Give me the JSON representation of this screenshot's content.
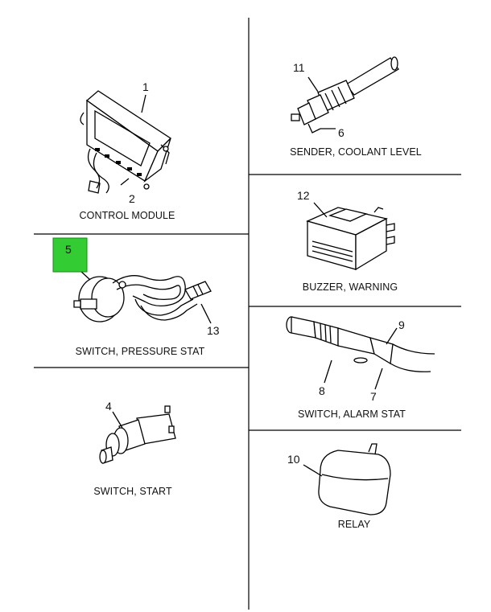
{
  "panels": {
    "control_module": {
      "caption": "CONTROL MODULE",
      "callouts": [
        "1",
        "2"
      ]
    },
    "pressure_switch": {
      "caption": "SWITCH, PRESSURE STAT",
      "callouts": [
        "5",
        "13"
      ]
    },
    "start_switch": {
      "caption": "SWITCH, START",
      "callouts": [
        "4"
      ]
    },
    "coolant_sender": {
      "caption": "SENDER, COOLANT LEVEL",
      "callouts": [
        "11",
        "6"
      ]
    },
    "buzzer": {
      "caption": "BUZZER, WARNING",
      "callouts": [
        "12"
      ]
    },
    "alarm_switch": {
      "caption": "SWITCH, ALARM STAT",
      "callouts": [
        "9",
        "8",
        "7"
      ]
    },
    "relay": {
      "caption": "RELAY",
      "callouts": [
        "10"
      ]
    }
  },
  "highlight": {
    "callout": "5",
    "color": "#33cc33"
  }
}
